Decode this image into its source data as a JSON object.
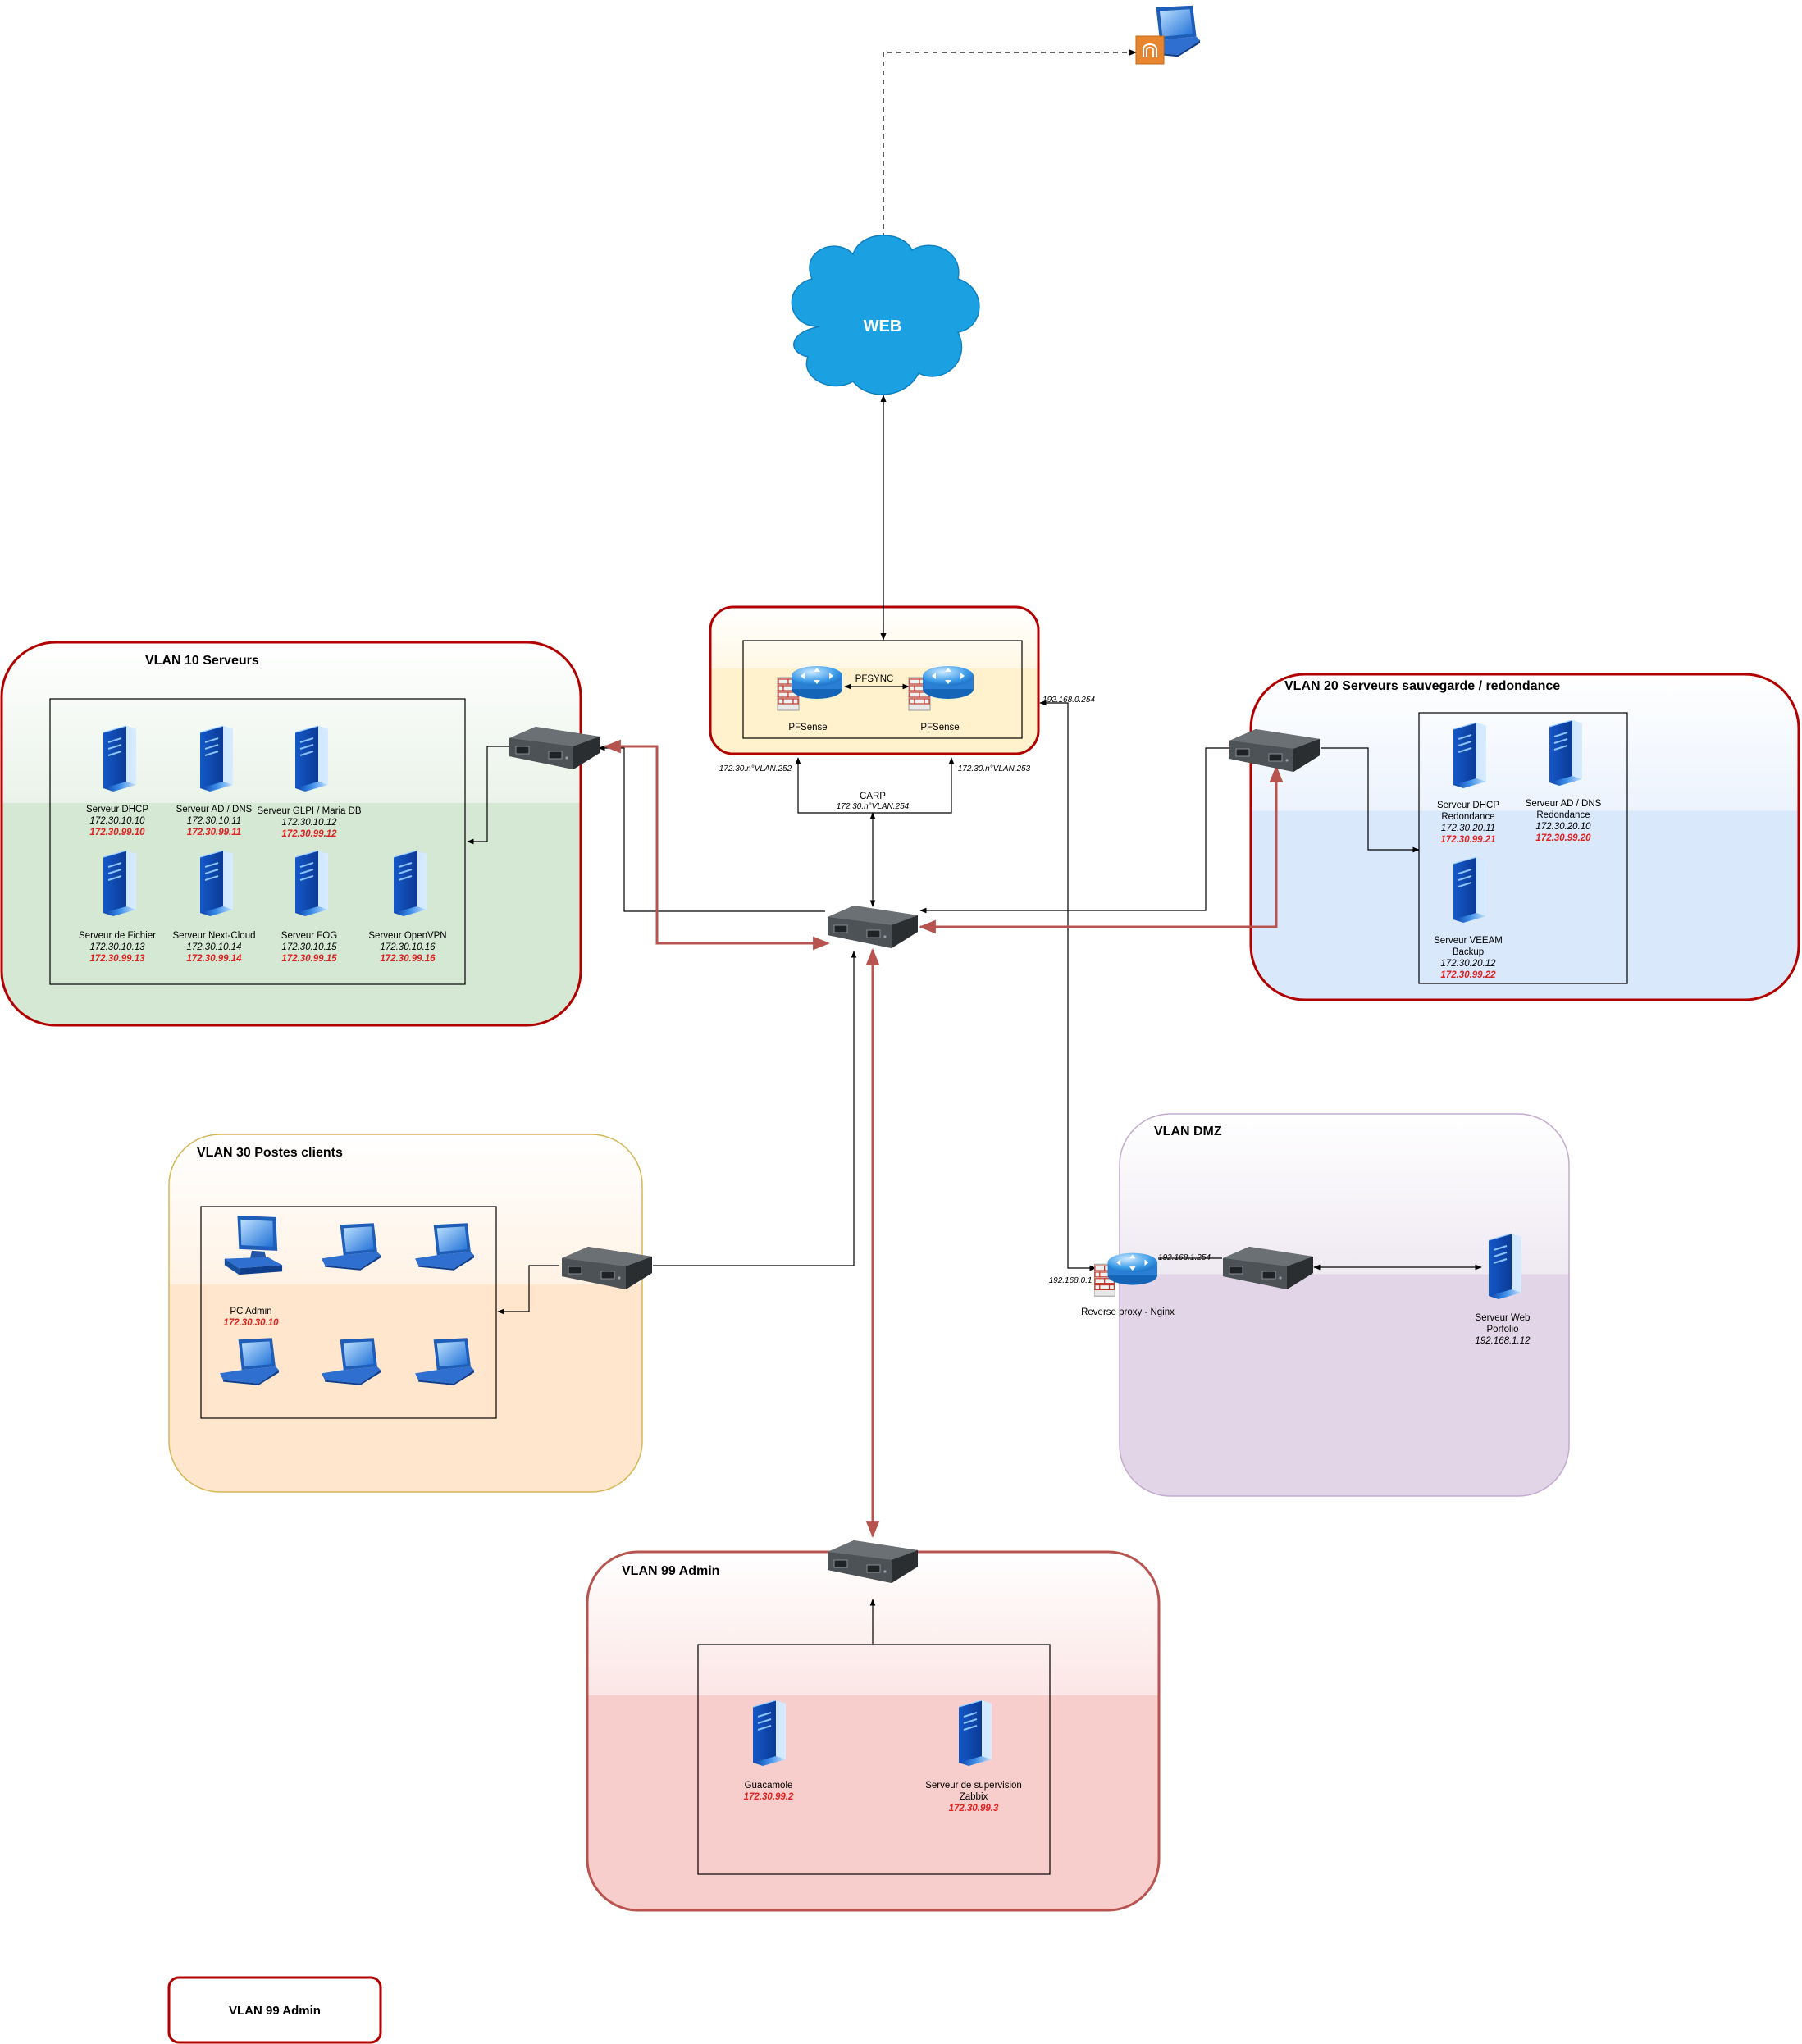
{
  "colors": {
    "vlan10_fill": "#d5e8d4",
    "vlan20_fill": "#dae8fc",
    "vlan30_fill": "#ffe6cc",
    "dmz_fill": "#e1d5e7",
    "vlan99_fill": "#f8cecc",
    "pf_fill": "#fff2cc",
    "red_border": "#b20000",
    "red_link": "#b85450",
    "red_ip": "#e0201e",
    "cloud": "#1ba1e2"
  },
  "internet": {
    "label": "WEB",
    "icon": "cloud-icon"
  },
  "remote_user": {
    "icon": "remote-laptop-icon"
  },
  "firewall_cluster": {
    "fw1": "PFSense",
    "fw2": "PFSense",
    "sync": "PFSYNC",
    "ip_left": "172.30.n°VLAN.252",
    "ip_right": "172.30.n°VLAN.253",
    "carp_label": "CARP",
    "carp_ip": "172.30.n°VLAN.254",
    "dmz_gw": "192.168.0.254"
  },
  "vlan10": {
    "title": "VLAN 10 Serveurs",
    "servers": [
      {
        "name": "Serveur DHCP",
        "ip": "172.30.10.10",
        "admin_ip": "172.30.99.10"
      },
      {
        "name": "Serveur AD / DNS",
        "ip": "172.30.10.11",
        "admin_ip": "172.30.99.11"
      },
      {
        "name": "Serveur GLPI / Maria DB",
        "ip": "172.30.10.12",
        "admin_ip": "172.30.99.12"
      },
      {
        "name": "Serveur de Fichier",
        "ip": "172.30.10.13",
        "admin_ip": "172.30.99.13"
      },
      {
        "name": "Serveur Next-Cloud",
        "ip": "172.30.10.14",
        "admin_ip": "172.30.99.14"
      },
      {
        "name": "Serveur FOG",
        "ip": "172.30.10.15",
        "admin_ip": "172.30.99.15"
      },
      {
        "name": "Serveur OpenVPN",
        "ip": "172.30.10.16",
        "admin_ip": "172.30.99.16"
      }
    ]
  },
  "vlan20": {
    "title": "VLAN 20 Serveurs sauvegarde / redondance",
    "servers": [
      {
        "name1": "Serveur DHCP",
        "name2": "Redondance",
        "ip": "172.30.20.11",
        "admin_ip": "172.30.99.21"
      },
      {
        "name1": "Serveur AD / DNS",
        "name2": "Redondance",
        "ip": "172.30.20.10",
        "admin_ip": "172.30.99.20"
      },
      {
        "name1": "Serveur VEEAM",
        "name2": "Backup",
        "ip": "172.30.20.12",
        "admin_ip": "172.30.99.22"
      }
    ]
  },
  "vlan30": {
    "title": "VLAN 30 Postes clients",
    "pc_admin": {
      "name": "PC Admin",
      "ip": "172.30.30.10"
    }
  },
  "dmz": {
    "title": "VLAN DMZ",
    "proxy": {
      "name": "Reverse proxy - Nginx",
      "ip_wan": "192.168.0.1",
      "ip_lan": "192.168.1.254"
    },
    "web": {
      "name1": "Serveur Web",
      "name2": "Porfolio",
      "ip": "192.168.1.12"
    }
  },
  "vlan99": {
    "title": "VLAN 99 Admin",
    "servers": [
      {
        "name1": "Guacamole",
        "name2": "",
        "admin_ip": "172.30.99.2"
      },
      {
        "name1": "Serveur de supervision",
        "name2": "Zabbix",
        "admin_ip": "172.30.99.3"
      }
    ]
  },
  "legend": {
    "label": "VLAN 99 Admin"
  }
}
